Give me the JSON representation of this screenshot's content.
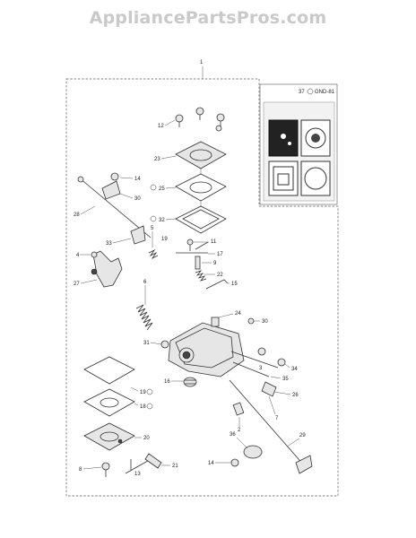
{
  "watermark": "AppliancePartsPros.com",
  "assembly_label": "1",
  "kit": {
    "part": "37",
    "code": "GND-81"
  },
  "callouts": [
    {
      "id": "c12",
      "text": "12"
    },
    {
      "id": "c23",
      "text": "23"
    },
    {
      "id": "c14a",
      "text": "14"
    },
    {
      "id": "c30a",
      "text": "30"
    },
    {
      "id": "c25",
      "text": "25"
    },
    {
      "id": "c28",
      "text": "28"
    },
    {
      "id": "c32",
      "text": "32"
    },
    {
      "id": "c19a",
      "text": "19"
    },
    {
      "id": "c11",
      "text": "11"
    },
    {
      "id": "c5",
      "text": "5"
    },
    {
      "id": "c33",
      "text": "33"
    },
    {
      "id": "c17",
      "text": "17"
    },
    {
      "id": "c4",
      "text": "4"
    },
    {
      "id": "c9",
      "text": "9"
    },
    {
      "id": "c22",
      "text": "22"
    },
    {
      "id": "c27",
      "text": "27"
    },
    {
      "id": "c15",
      "text": "15"
    },
    {
      "id": "c6",
      "text": "6"
    },
    {
      "id": "c24",
      "text": "24"
    },
    {
      "id": "c30b",
      "text": "30"
    },
    {
      "id": "c31",
      "text": "31"
    },
    {
      "id": "c3",
      "text": "3"
    },
    {
      "id": "c34",
      "text": "34"
    },
    {
      "id": "c16",
      "text": "16"
    },
    {
      "id": "c35",
      "text": "35"
    },
    {
      "id": "c19b",
      "text": "19"
    },
    {
      "id": "c26",
      "text": "26"
    },
    {
      "id": "c18",
      "text": "18"
    },
    {
      "id": "c2",
      "text": "2"
    },
    {
      "id": "c7",
      "text": "7"
    },
    {
      "id": "c20",
      "text": "20"
    },
    {
      "id": "c36",
      "text": "36"
    },
    {
      "id": "c29",
      "text": "29"
    },
    {
      "id": "c8",
      "text": "8"
    },
    {
      "id": "c21",
      "text": "21"
    },
    {
      "id": "c13",
      "text": "13"
    },
    {
      "id": "c14b",
      "text": "14"
    }
  ]
}
